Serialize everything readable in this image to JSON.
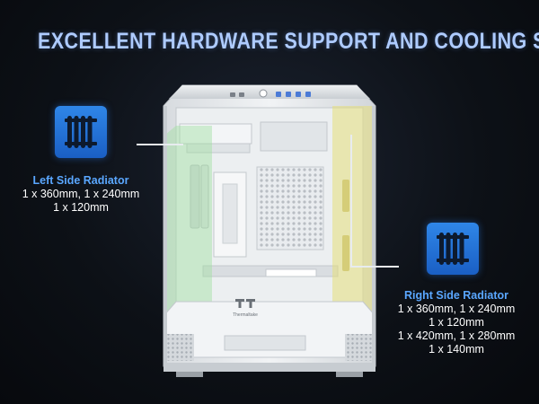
{
  "headline": "EXCELLENT HARDWARE SUPPORT AND COOLING SOLUTION",
  "left_radiator": {
    "title": "Left Side Radiator",
    "lines": [
      "1 x 360mm, 1 x 240mm",
      "1 x 120mm"
    ]
  },
  "right_radiator": {
    "title": "Right Side Radiator",
    "lines": [
      "1 x 360mm, 1 x 240mm",
      "1 x 120mm",
      "1 x 420mm, 1 x 280mm",
      "1 x 140mm"
    ]
  },
  "case_logo": "Thermaltake",
  "icons": {
    "left": "radiator-icon",
    "right": "radiator-icon"
  },
  "colors": {
    "headline": "#aecbff",
    "accent_blue": "#2f86e8",
    "label_title": "#5aa7ff",
    "left_zone": "#9fe0a0",
    "right_zone": "#e6df7a"
  }
}
